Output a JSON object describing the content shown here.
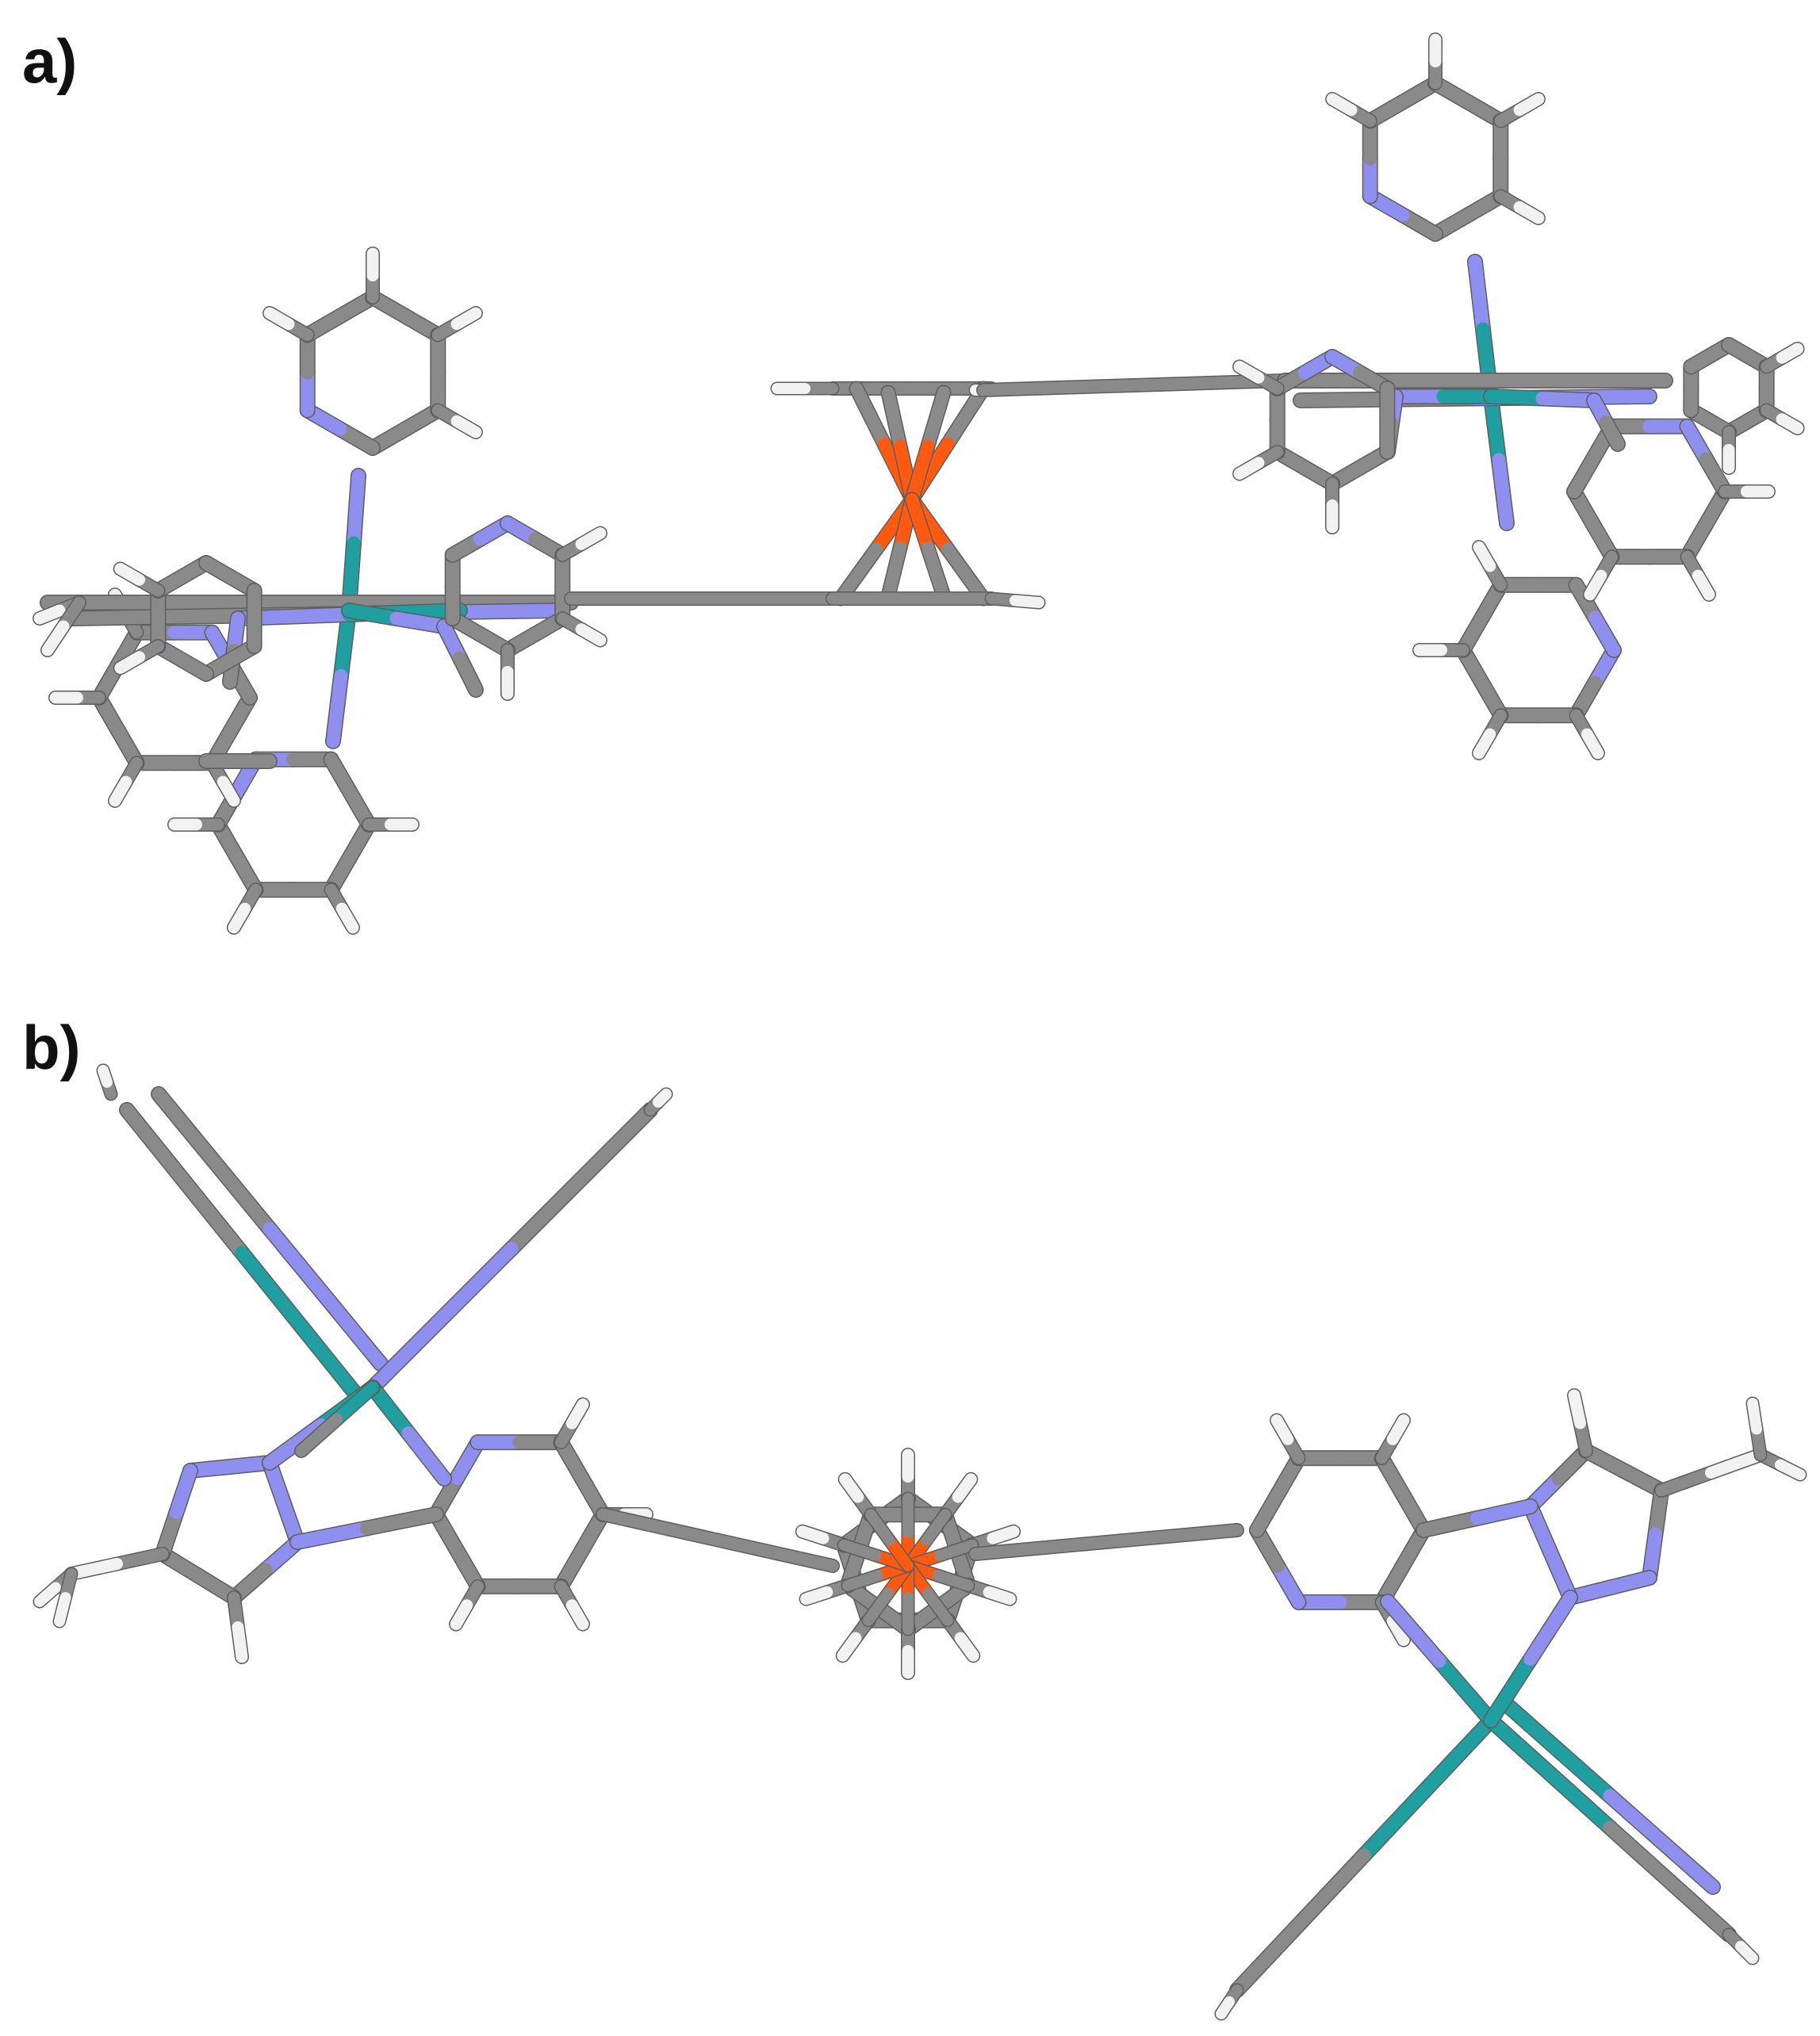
{
  "panels": [
    {
      "id": "a",
      "label": "a)"
    },
    {
      "id": "b",
      "label": "b)"
    }
  ],
  "atom_colors": {
    "carbon": "#8a8a8a",
    "hydrogen": "#f2f2f2",
    "nitrogen": "#8f8ff0",
    "metal": "#1f9f9f",
    "iron": "#ff5a10",
    "bond_dark": "#5e5e5e"
  }
}
